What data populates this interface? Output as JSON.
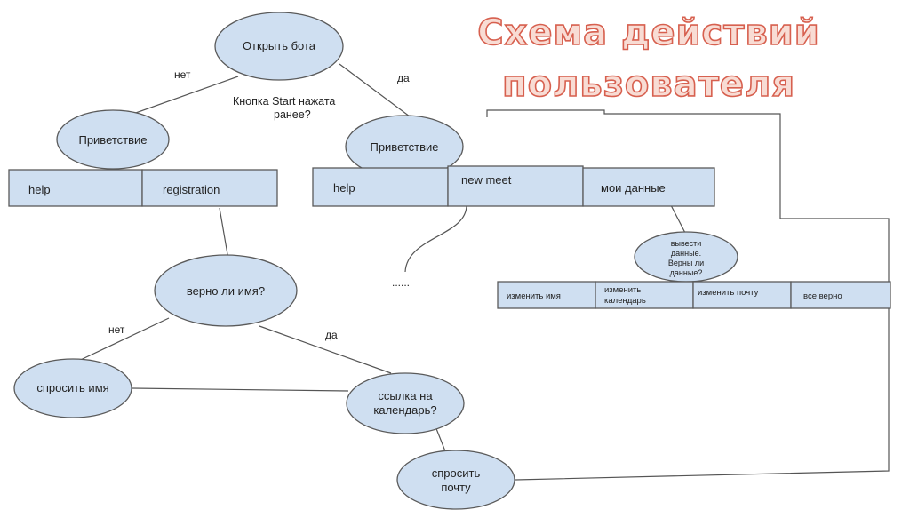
{
  "title": {
    "line1": "Схема действий",
    "line2": "пользователя"
  },
  "nodes": {
    "open_bot": "Открыть бота",
    "greeting_left": "Приветствие",
    "greeting_right": "Приветствие",
    "name_check": "верно ли имя?",
    "ask_name": "спросить имя",
    "calendar_link_1": "ссылка на",
    "calendar_link_2": "календарь?",
    "ask_email_1": "спросить",
    "ask_email_2": "почту",
    "show_data_1": "вывести",
    "show_data_2": "данные.",
    "show_data_3": "Верны ли",
    "show_data_4": "данные?"
  },
  "labels": {
    "no_top": "нет",
    "yes_top": "да",
    "question_1": "Кнопка Start нажата",
    "question_2": "ранее?",
    "no_mid": "нет",
    "yes_mid": "да",
    "ellipsis": "......"
  },
  "menus": {
    "left": [
      "help",
      "registration"
    ],
    "right": [
      "help",
      "new meet",
      "мои данные"
    ],
    "edit": [
      "изменить имя",
      "изменить календарь",
      "изменить почту",
      "все верно"
    ]
  },
  "colors": {
    "node_fill": "#cfdff1",
    "box_fill": "#cfdff1",
    "line": "#555555",
    "title_fill": "#f8dcd4",
    "title_stroke": "#d7604f"
  }
}
